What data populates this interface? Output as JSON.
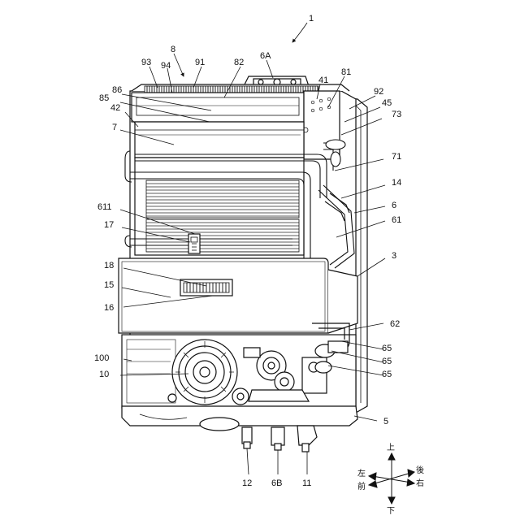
{
  "figure_number": "1",
  "labels": {
    "l1": "1",
    "l8": "8",
    "l6A": "6A",
    "l93": "93",
    "l94": "94",
    "l91": "91",
    "l82": "82",
    "l41": "41",
    "l81": "81",
    "l92": "92",
    "l45": "45",
    "l73": "73",
    "l86": "86",
    "l85": "85",
    "l42": "42",
    "l7": "7",
    "l71": "71",
    "l14": "14",
    "l6": "6",
    "l611": "611",
    "l61": "61",
    "l17": "17",
    "l3": "3",
    "l18": "18",
    "l15": "15",
    "l16": "16",
    "l62": "62",
    "l65a": "65",
    "l100": "100",
    "l65b": "65",
    "l10": "10",
    "l65c": "65",
    "l5": "5",
    "l12": "12",
    "l6B": "6B",
    "l11": "11"
  },
  "compass": {
    "up": "上",
    "down": "下",
    "left": "左",
    "right": "右",
    "front": "前",
    "back": "後"
  }
}
